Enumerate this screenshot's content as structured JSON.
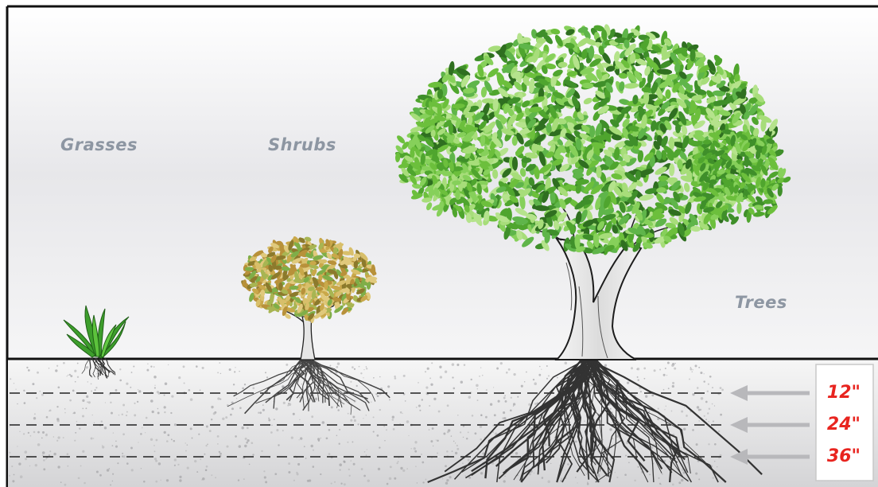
{
  "labels": {
    "grasses": "Grasses",
    "shrubs": "Shrubs",
    "trees": "Trees"
  },
  "depths": {
    "d12": "12\"",
    "d24": "24\"",
    "d36": "36\""
  },
  "colors": {
    "depth_text": "#e8241f",
    "label_text": "#8d96a2",
    "foliage_tree": "#6cbf3c",
    "foliage_shrub": "#c9a84a",
    "grass": "#3a9b2a"
  }
}
